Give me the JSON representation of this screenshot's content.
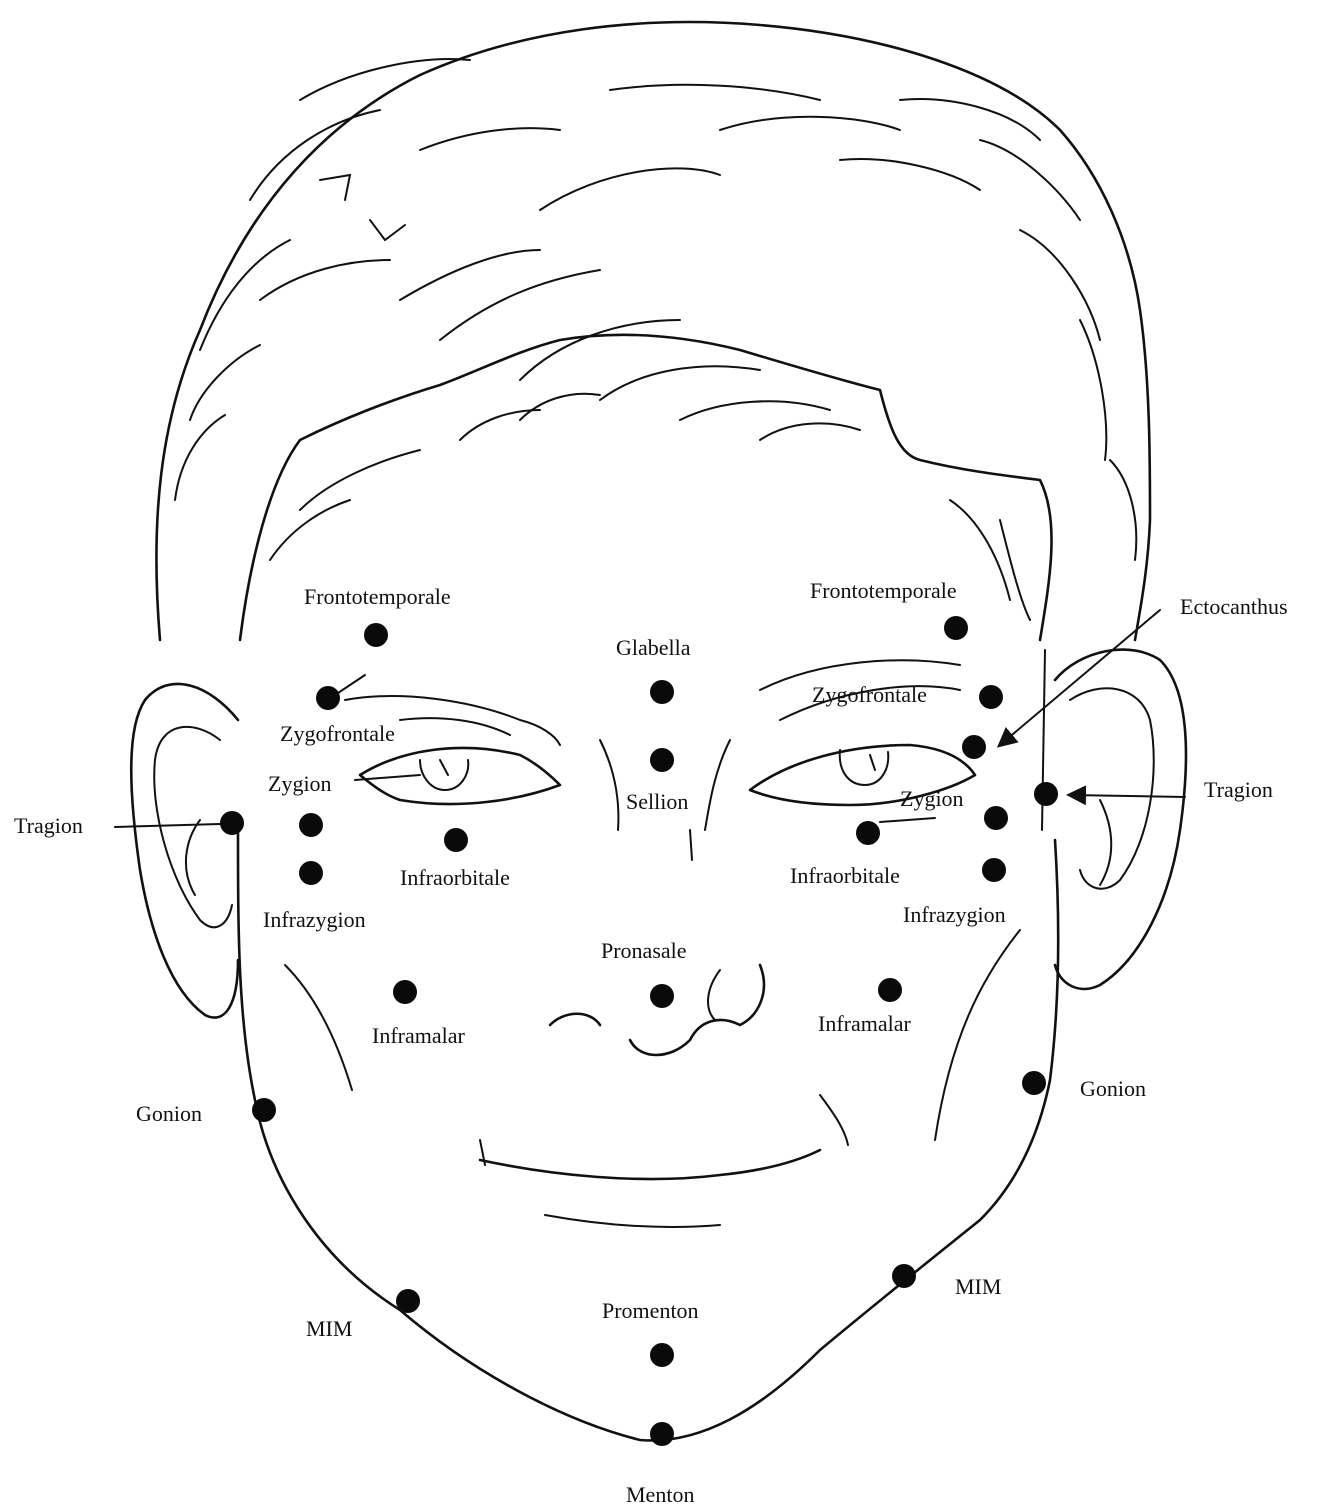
{
  "colors": {
    "ink": "#111111",
    "paper": "#ffffff"
  },
  "landmarks": {
    "frontotemporale_left": "Frontotemporale",
    "frontotemporale_right": "Frontotemporale",
    "glabella": "Glabella",
    "ectocanthus": "Ectocanthus",
    "zygofrontale_left": "Zygofrontale",
    "zygofrontale_right": "Zygofrontale",
    "zygion_left": "Zygion",
    "zygion_right": "Zygion",
    "sellion": "Sellion",
    "tragion_left": "Tragion",
    "tragion_right": "Tragion",
    "infraorbitale_left": "Infraorbitale",
    "infraorbitale_right": "Infraorbitale",
    "infrazygion_left": "Infrazygion",
    "infrazygion_right": "Infrazygion",
    "pronasale": "Pronasale",
    "inframalar_left": "Inframalar",
    "inframalar_right": "Inframalar",
    "gonion_left": "Gonion",
    "gonion_right": "Gonion",
    "mim_left": "MIM",
    "mim_right": "MIM",
    "promenton": "Promenton",
    "menton": "Menton"
  }
}
